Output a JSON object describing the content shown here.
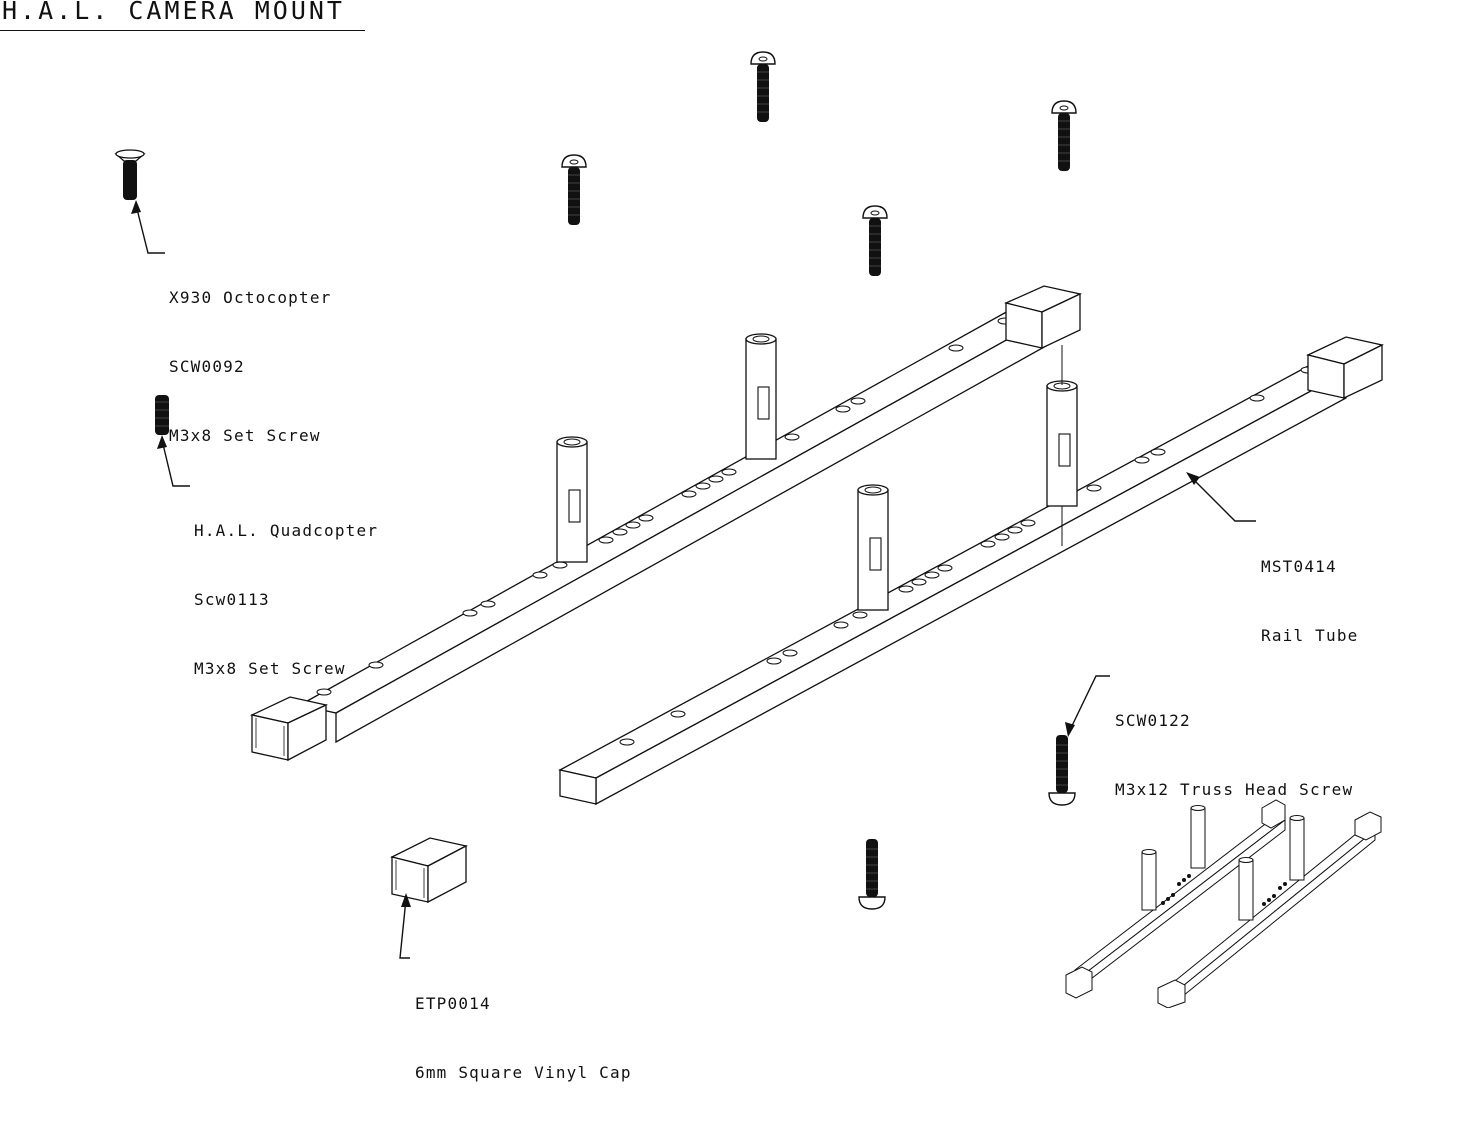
{
  "title": "H.A.L. CAMERA MOUNT",
  "callouts": {
    "x930": [
      "X930 Octocopter",
      "SCW0092",
      "M3x8 Set Screw"
    ],
    "hal": [
      "H.A.L. Quadcopter",
      "Scw0113",
      "M3x8 Set Screw"
    ],
    "rail": [
      "MST0414",
      "Rail Tube"
    ],
    "truss": [
      "SCW0122",
      "M3x12 Truss Head Screw"
    ],
    "cap": [
      "ETP0014",
      "6mm Square Vinyl Cap"
    ]
  }
}
